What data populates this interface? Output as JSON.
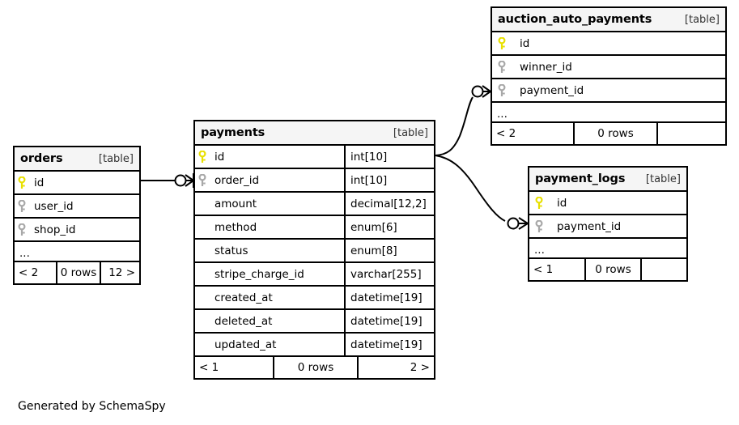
{
  "diagram": {
    "caption": "Generated by SchemaSpy",
    "kind_label": "[table]",
    "ellipsis": "...",
    "colors": {
      "primary_key": "#e8e000",
      "foreign_key": "#a8a8a8",
      "header_background": "#f5f5f5",
      "border": "#000000",
      "background": "#ffffff"
    }
  },
  "tables": {
    "orders": {
      "name": "orders",
      "kind": "[table]",
      "columns": [
        {
          "key": "primary",
          "name": "id",
          "type": ""
        },
        {
          "key": "foreign",
          "name": "user_id",
          "type": ""
        },
        {
          "key": "foreign",
          "name": "shop_id",
          "type": ""
        }
      ],
      "footer": {
        "left": "< 2",
        "center": "0 rows",
        "right": "12 >"
      }
    },
    "payments": {
      "name": "payments",
      "kind": "[table]",
      "columns": [
        {
          "key": "primary",
          "name": "id",
          "type": "int[10]"
        },
        {
          "key": "foreign",
          "name": "order_id",
          "type": "int[10]"
        },
        {
          "key": "none",
          "name": "amount",
          "type": "decimal[12,2]"
        },
        {
          "key": "none",
          "name": "method",
          "type": "enum[6]"
        },
        {
          "key": "none",
          "name": "status",
          "type": "enum[8]"
        },
        {
          "key": "none",
          "name": "stripe_charge_id",
          "type": "varchar[255]"
        },
        {
          "key": "none",
          "name": "created_at",
          "type": "datetime[19]"
        },
        {
          "key": "none",
          "name": "deleted_at",
          "type": "datetime[19]"
        },
        {
          "key": "none",
          "name": "updated_at",
          "type": "datetime[19]"
        }
      ],
      "footer": {
        "left": "< 1",
        "center": "0 rows",
        "right": "2 >"
      }
    },
    "auction_auto_payments": {
      "name": "auction_auto_payments",
      "kind": "[table]",
      "columns": [
        {
          "key": "primary",
          "name": "id",
          "type": ""
        },
        {
          "key": "foreign",
          "name": "winner_id",
          "type": ""
        },
        {
          "key": "foreign",
          "name": "payment_id",
          "type": ""
        }
      ],
      "footer": {
        "left": "< 2",
        "center": "0 rows",
        "right": ""
      }
    },
    "payment_logs": {
      "name": "payment_logs",
      "kind": "[table]",
      "columns": [
        {
          "key": "primary",
          "name": "id",
          "type": ""
        },
        {
          "key": "foreign",
          "name": "payment_id",
          "type": ""
        }
      ],
      "footer": {
        "left": "< 1",
        "center": "0 rows",
        "right": ""
      }
    }
  },
  "relationships": [
    {
      "from": "orders.id",
      "to": "payments.order_id",
      "cardinality": "zero-or-many"
    },
    {
      "from": "payments.id",
      "to": "auction_auto_payments.payment_id",
      "cardinality": "zero-or-many"
    },
    {
      "from": "payments.id",
      "to": "payment_logs.payment_id",
      "cardinality": "zero-or-many"
    }
  ]
}
